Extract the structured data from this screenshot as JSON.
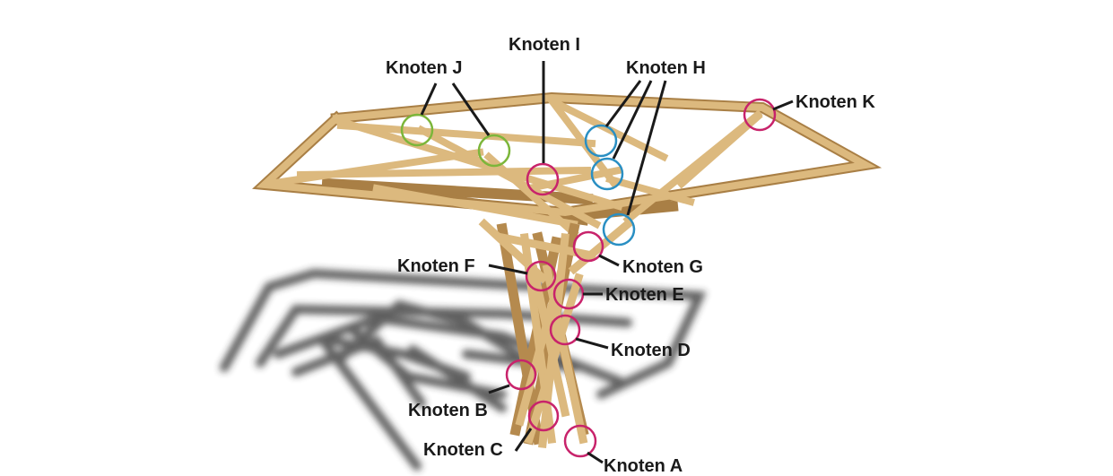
{
  "colors": {
    "wood": "#d9b67a",
    "wood_dark": "#b98f52",
    "shadow": "#2a2a2a",
    "magenta_circle": "#c8236b",
    "blue_circle": "#2a8fc3",
    "green_circle": "#7cb63a",
    "leader": "#1a1a1a"
  },
  "labels": {
    "A": "Knoten A",
    "B": "Knoten B",
    "C": "Knoten C",
    "D": "Knoten D",
    "E": "Knoten E",
    "F": "Knoten F",
    "G": "Knoten G",
    "H": "Knoten H",
    "I": "Knoten I",
    "J": "Knoten J",
    "K": "Knoten K"
  }
}
